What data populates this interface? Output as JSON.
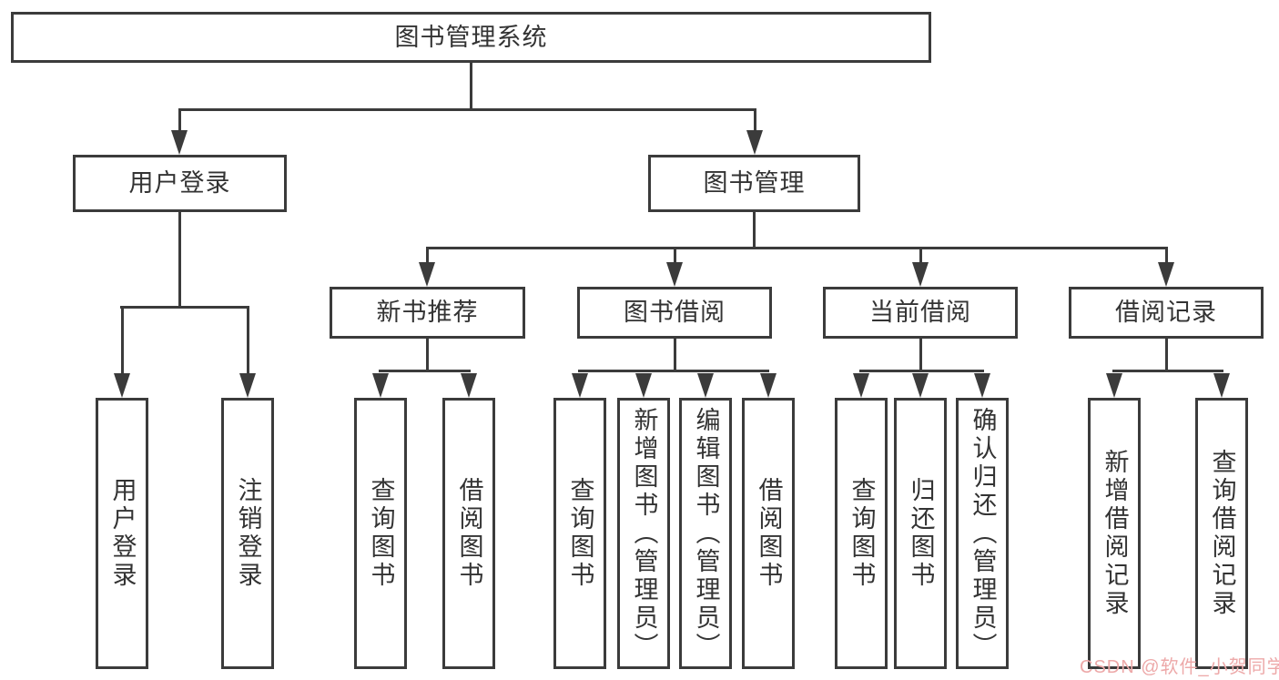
{
  "root": {
    "label": "图书管理系统"
  },
  "branches": {
    "login": {
      "label": "用户登录",
      "leaves": [
        "用户登录",
        "注销登录"
      ]
    },
    "management": {
      "label": "图书管理",
      "modules": [
        {
          "label": "新书推荐",
          "leaves": [
            "查询图书",
            "借阅图书"
          ]
        },
        {
          "label": "图书借阅",
          "leaves": [
            "查询图书",
            "新增图书（管理员）",
            "编辑图书（管理员）",
            "借阅图书"
          ]
        },
        {
          "label": "当前借阅",
          "leaves": [
            "查询图书",
            "归还图书",
            "确认归还（管理员）"
          ]
        },
        {
          "label": "借阅记录",
          "leaves": [
            "新增借阅记录",
            "查询借阅记录"
          ]
        }
      ]
    }
  },
  "watermark": {
    "text": "CSDN @软件_小贺同学",
    "color": "#eda9a9"
  },
  "style": {
    "line_color": "#3b3b3b",
    "box_background": "#ffffff",
    "text_color": "#333333"
  }
}
